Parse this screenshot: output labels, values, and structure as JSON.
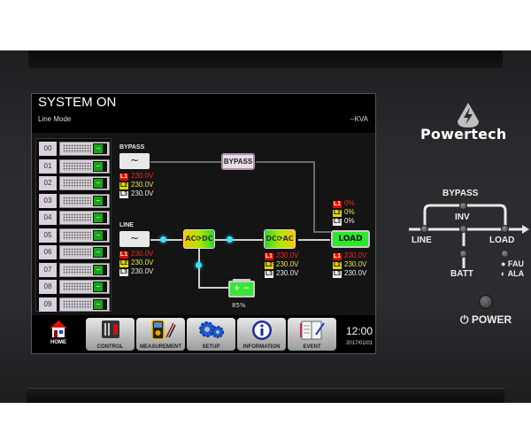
{
  "device": {
    "brand": "Powertech",
    "brand_mark": "lightning-drop-logo"
  },
  "screen": {
    "title": "SYSTEM ON",
    "mode": "Line Mode",
    "kva": "--KVA"
  },
  "modules": [
    {
      "id": "00",
      "status": "~"
    },
    {
      "id": "01",
      "status": "~"
    },
    {
      "id": "02",
      "status": "~"
    },
    {
      "id": "03",
      "status": "~"
    },
    {
      "id": "04",
      "status": "~"
    },
    {
      "id": "05",
      "status": "~"
    },
    {
      "id": "06",
      "status": "~"
    },
    {
      "id": "07",
      "status": "~"
    },
    {
      "id": "08",
      "status": "~"
    },
    {
      "id": "09",
      "status": "~"
    }
  ],
  "diagram": {
    "bypass": {
      "label": "BYPASS",
      "icon": "~",
      "phases": [
        {
          "tag": "L1",
          "value": "230.0V"
        },
        {
          "tag": "L2",
          "value": "230.0V"
        },
        {
          "tag": "L3",
          "value": "230.0V"
        }
      ]
    },
    "line": {
      "label": "LINE",
      "icon": "~",
      "phases": [
        {
          "tag": "L1",
          "value": "230.0V"
        },
        {
          "tag": "L2",
          "value": "230.0V"
        },
        {
          "tag": "L3",
          "value": "230.0V"
        }
      ]
    },
    "bypass_switch_label": "BYPASS",
    "rectifier_label": "AC⟳DC",
    "inverter_label": "DC⟳AC",
    "inverter": {
      "phases": [
        {
          "tag": "L1",
          "value": "230.0V"
        },
        {
          "tag": "L2",
          "value": "230.0V"
        },
        {
          "tag": "L3",
          "value": "230.0V"
        }
      ]
    },
    "battery": {
      "symbol": "+ −",
      "percent": "85%"
    },
    "load": {
      "label": "LOAD",
      "percent_phases": [
        {
          "tag": "L1",
          "value": "0%"
        },
        {
          "tag": "L2",
          "value": "0%"
        },
        {
          "tag": "L3",
          "value": "0%"
        }
      ],
      "phases": [
        {
          "tag": "L1",
          "value": "230.0V"
        },
        {
          "tag": "L2",
          "value": "230.0V"
        },
        {
          "tag": "L3",
          "value": "230.0V"
        }
      ]
    }
  },
  "navbar": {
    "home": "HOME",
    "control": "CONTROL",
    "measurement": "MEASUREMENT",
    "setup": "SETUP",
    "information": "INFORMATION",
    "event": "EVENT",
    "time": "12:00",
    "date": "2017/01/01"
  },
  "mimic_panel": {
    "bypass": "BYPASS",
    "inv": "INV",
    "line": "LINE",
    "load": "LOAD",
    "batt": "BATT",
    "fault": "● FAU",
    "alarm": "◐ ALA",
    "power": "⏻ POWER"
  },
  "colors": {
    "l1": "#ff2020",
    "l2": "#f0e040",
    "l3": "#e8e8e8",
    "flow_dot": "#3fe0ff",
    "load_green": "#2be82b"
  }
}
